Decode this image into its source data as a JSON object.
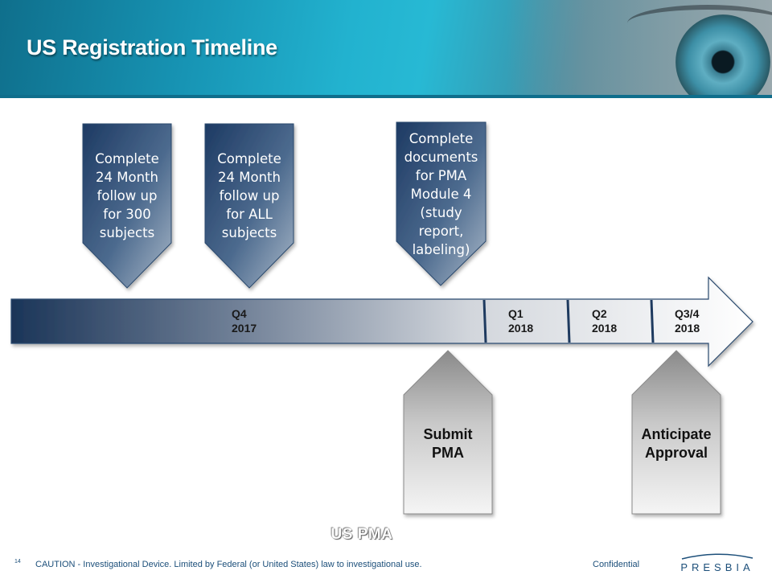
{
  "header": {
    "title": "US Registration Timeline"
  },
  "timeline": {
    "periods": [
      {
        "quarter": "Q4",
        "year": "2017"
      },
      {
        "quarter": "Q1",
        "year": "2018"
      },
      {
        "quarter": "Q2",
        "year": "2018"
      },
      {
        "quarter": "Q3/4",
        "year": "2018"
      }
    ],
    "callouts_above": [
      "Complete 24 Month follow up for 300 subjects",
      "Complete 24 Month follow up for ALL subjects",
      "Complete documents for PMA Module 4 (study report, labeling)"
    ],
    "milestones_below": [
      "Submit PMA",
      "Anticipate Approval"
    ],
    "section_label": "US PMA"
  },
  "footer": {
    "page_number": "14",
    "caution": "CAUTION - Investigational Device. Limited by Federal  (or United States) law to investigational use.",
    "confidential": "Confidential",
    "logo_text": "PRESBIA"
  },
  "colors": {
    "header_teal": "#22b2cf",
    "navy": "#1e3a5f",
    "footer_blue": "#1c4f7a"
  }
}
